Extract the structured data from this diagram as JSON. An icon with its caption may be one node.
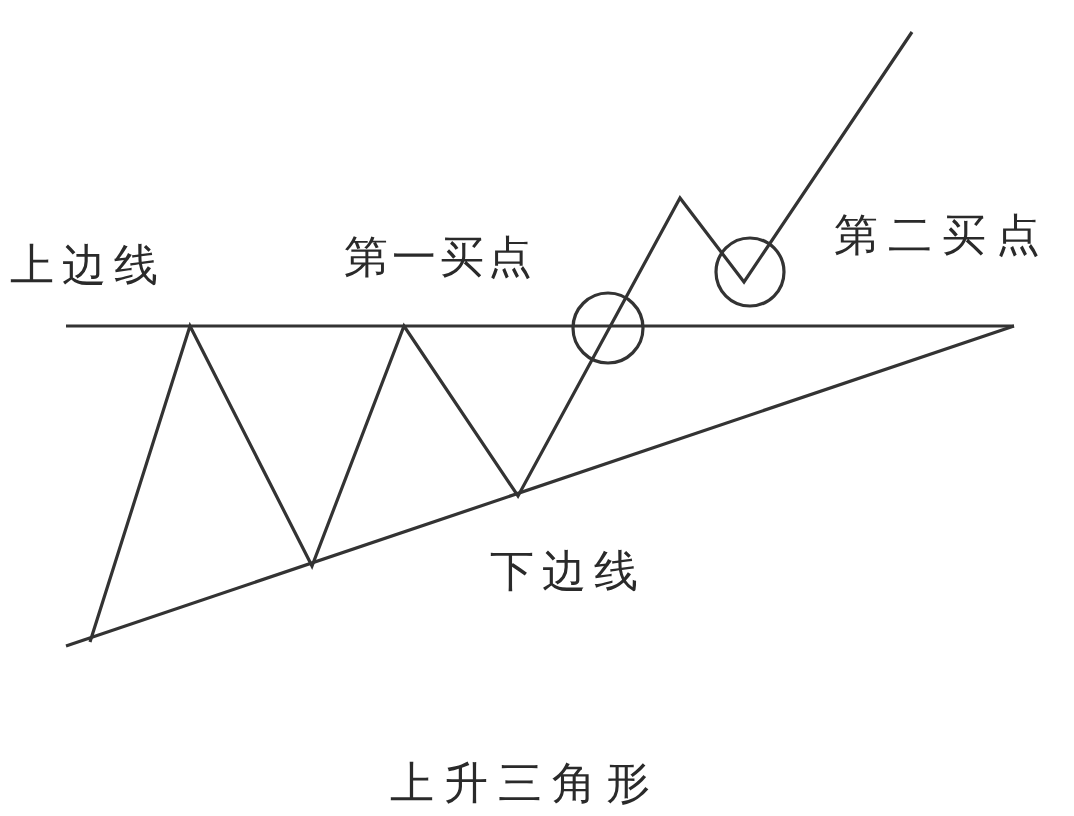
{
  "diagram": {
    "caption": "上升三角形",
    "labels": [
      "上边线",
      "第一买点",
      "第二买点",
      "下边线"
    ]
  }
}
